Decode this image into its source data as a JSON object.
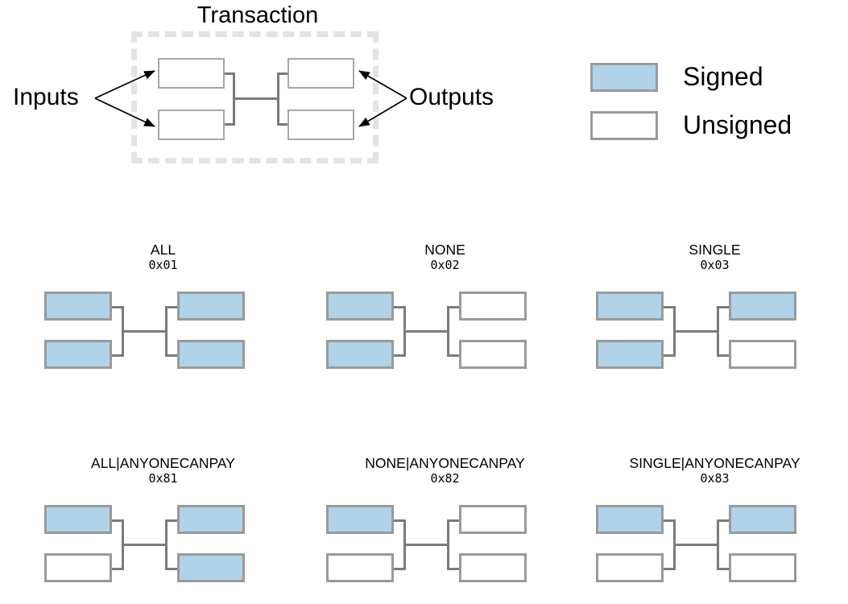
{
  "top_figure": {
    "title": "Transaction",
    "inputs_label": "Inputs",
    "outputs_label": "Outputs",
    "input_boxes": 2,
    "output_boxes": 2,
    "box_state": "unsigned"
  },
  "legend": {
    "items": [
      {
        "label": "Signed",
        "state": "signed",
        "color": "#b1d3e9"
      },
      {
        "label": "Unsigned",
        "state": "unsigned",
        "color": "#ffffff"
      }
    ]
  },
  "colors": {
    "signed_fill": "#b1d3e9",
    "unsigned_fill": "#ffffff",
    "box_border": "#9a9a9a",
    "connector": "#7b7b7b",
    "dashed_border": "#e3e3e3",
    "text": "#000000"
  },
  "sighash_cells": [
    {
      "title": "ALL",
      "code": "0x01",
      "inputs": [
        "signed",
        "signed"
      ],
      "outputs": [
        "signed",
        "signed"
      ]
    },
    {
      "title": "NONE",
      "code": "0x02",
      "inputs": [
        "signed",
        "signed"
      ],
      "outputs": [
        "unsigned",
        "unsigned"
      ]
    },
    {
      "title": "SINGLE",
      "code": "0x03",
      "inputs": [
        "signed",
        "signed"
      ],
      "outputs": [
        "signed",
        "unsigned"
      ]
    },
    {
      "title": "ALL|ANYONECANPAY",
      "code": "0x81",
      "inputs": [
        "signed",
        "unsigned"
      ],
      "outputs": [
        "signed",
        "signed"
      ]
    },
    {
      "title": "NONE|ANYONECANPAY",
      "code": "0x82",
      "inputs": [
        "signed",
        "unsigned"
      ],
      "outputs": [
        "unsigned",
        "unsigned"
      ]
    },
    {
      "title": "SINGLE|ANYONECANPAY",
      "code": "0x83",
      "inputs": [
        "signed",
        "unsigned"
      ],
      "outputs": [
        "signed",
        "unsigned"
      ]
    }
  ]
}
